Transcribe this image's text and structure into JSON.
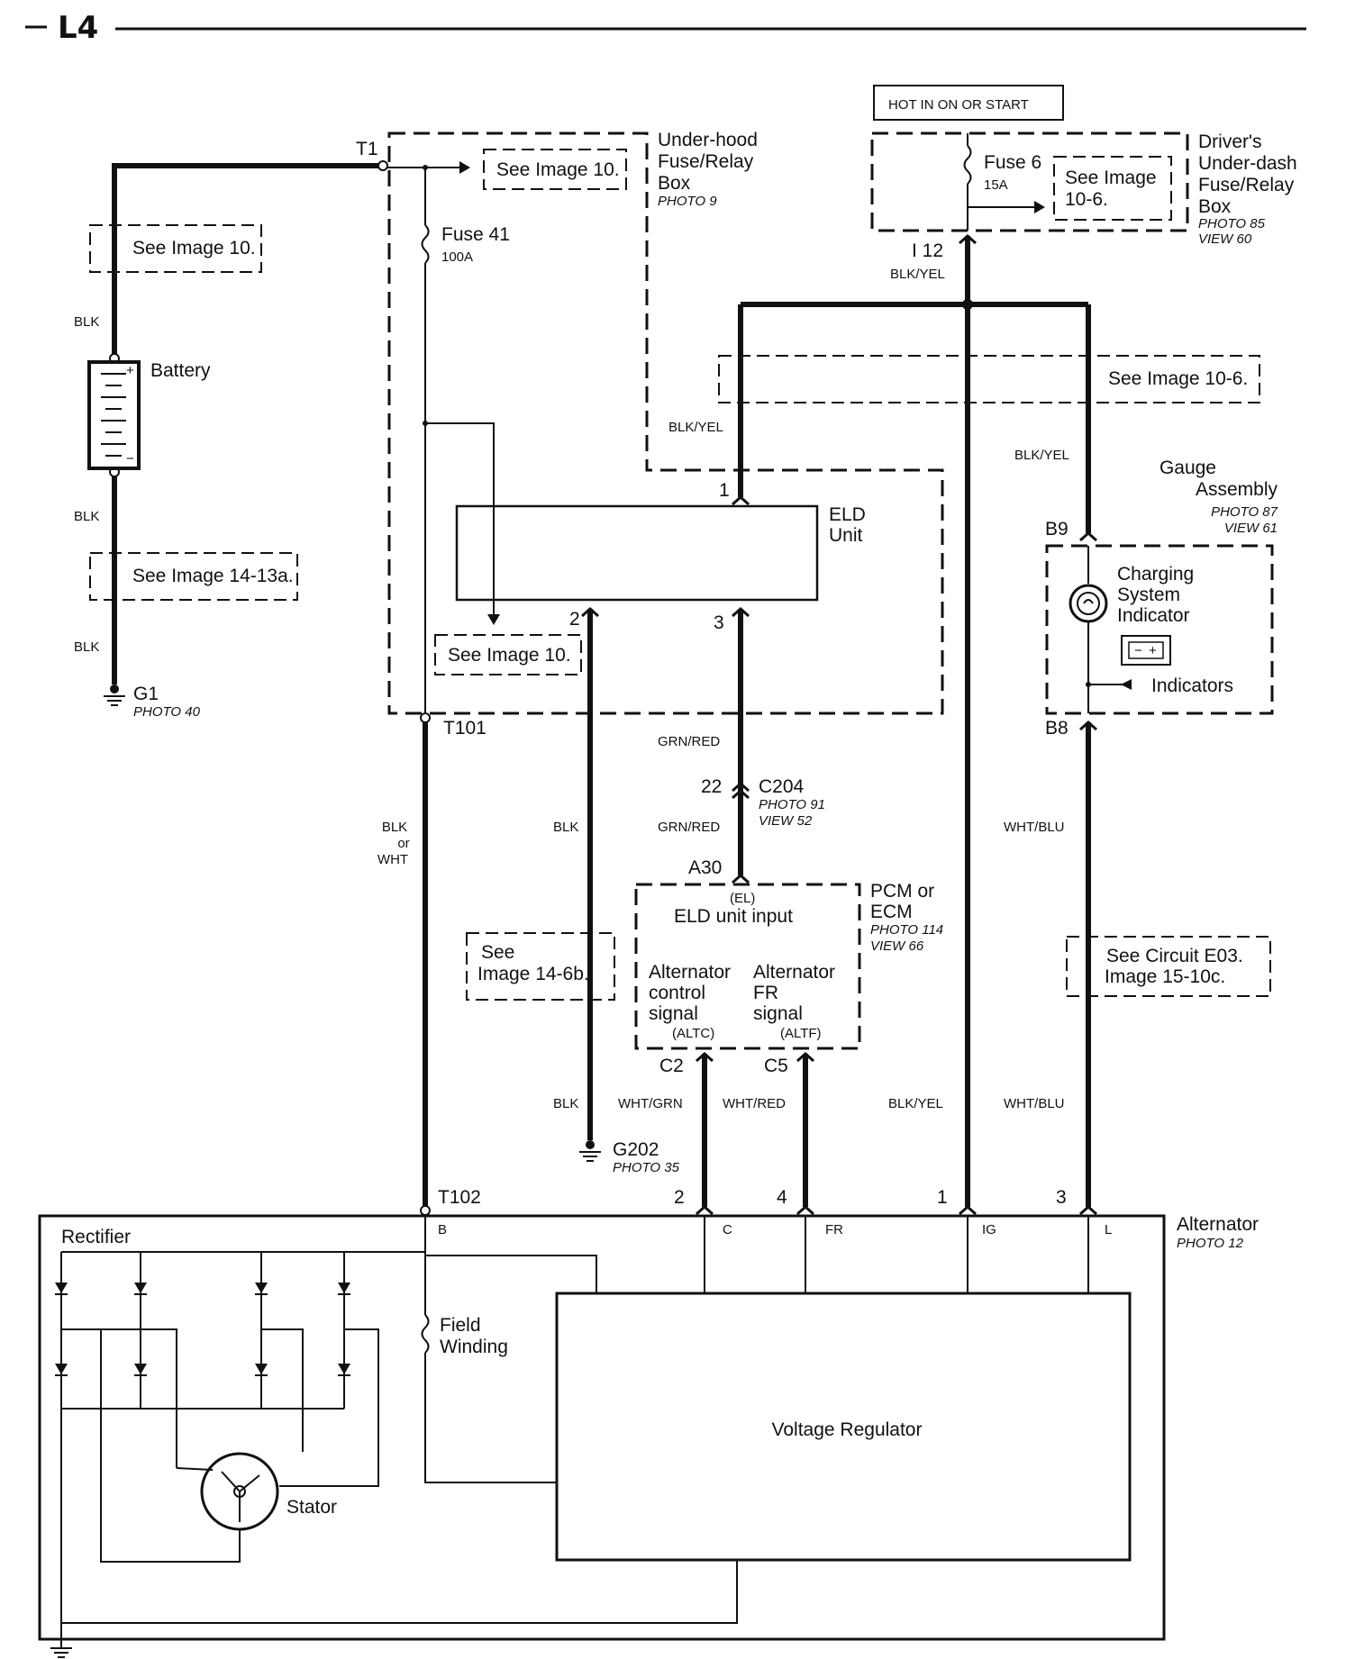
{
  "page": {
    "section": "L4"
  },
  "labels": {
    "t1": "T1",
    "underhood_box": [
      "Under-hood",
      "Fuse/Relay",
      "Box"
    ],
    "underhood_photo": "PHOTO 9",
    "see_image_10": "See Image 10.",
    "fuse41": "Fuse 41",
    "fuse41_amp": "100A",
    "battery": "Battery",
    "g1": "G1",
    "g1_photo": "PHOTO 40",
    "see_image_14_13a": "See Image 14-13a.",
    "hot": "HOT IN ON OR START",
    "fuse6": "Fuse 6",
    "fuse6_amp": "15A",
    "see_image_10_6_lines": [
      "See Image",
      "10-6."
    ],
    "see_image_10_6": "See Image 10-6.",
    "drivers_box": [
      "Driver's",
      "Under-dash",
      "Fuse/Relay",
      "Box"
    ],
    "drivers_photo": [
      "PHOTO 85",
      "VIEW 60"
    ],
    "i12": "I 12",
    "eld_unit": [
      "ELD",
      "Unit"
    ],
    "gauge_assembly": [
      "Gauge",
      "Assembly"
    ],
    "gauge_photo": [
      "PHOTO 87",
      "VIEW 61"
    ],
    "b9": "B9",
    "b8": "B8",
    "charging_indicator": [
      "Charging",
      "System",
      "Indicator"
    ],
    "indicators": "Indicators",
    "t101": "T101",
    "t102": "T102",
    "c204": "C204",
    "c204_photo": [
      "PHOTO 91",
      "VIEW 52"
    ],
    "a30": "A30",
    "pcm": [
      "PCM or",
      "ECM"
    ],
    "pcm_photo": [
      "PHOTO 114",
      "VIEW 66"
    ],
    "el": "(EL)",
    "eld_input": "ELD unit input",
    "alt_control": [
      "Alternator",
      "control",
      "signal"
    ],
    "altc": "(ALTC)",
    "alt_fr": [
      "Alternator",
      "FR",
      "signal"
    ],
    "altf": "(ALTF)",
    "c2": "C2",
    "c5": "C5",
    "see_image_14_6b": [
      "See",
      "Image 14-6b."
    ],
    "see_circuit_e03": [
      "See Circuit E03.",
      "Image 15-10c."
    ],
    "g202": "G202",
    "g202_photo": "PHOTO 35",
    "alternator": "Alternator",
    "alternator_photo": "PHOTO 12",
    "rectifier": "Rectifier",
    "field_winding": [
      "Field",
      "Winding"
    ],
    "stator": "Stator",
    "voltage_regulator": "Voltage Regulator",
    "pins": {
      "eld1": "1",
      "eld2": "2",
      "eld3": "3",
      "c204_22": "22",
      "alt2": "2",
      "alt4": "4",
      "alt1": "1",
      "alt3": "3",
      "B": "B",
      "C": "C",
      "FR": "FR",
      "IG": "IG",
      "L": "L"
    },
    "wires": {
      "blk": "BLK",
      "blk_yel": "BLK/YEL",
      "grn_red": "GRN/RED",
      "wht_blu": "WHT/BLU",
      "wht_grn": "WHT/GRN",
      "wht_red": "WHT/RED",
      "blk_or_wht": [
        "BLK",
        "or",
        "WHT"
      ]
    }
  }
}
